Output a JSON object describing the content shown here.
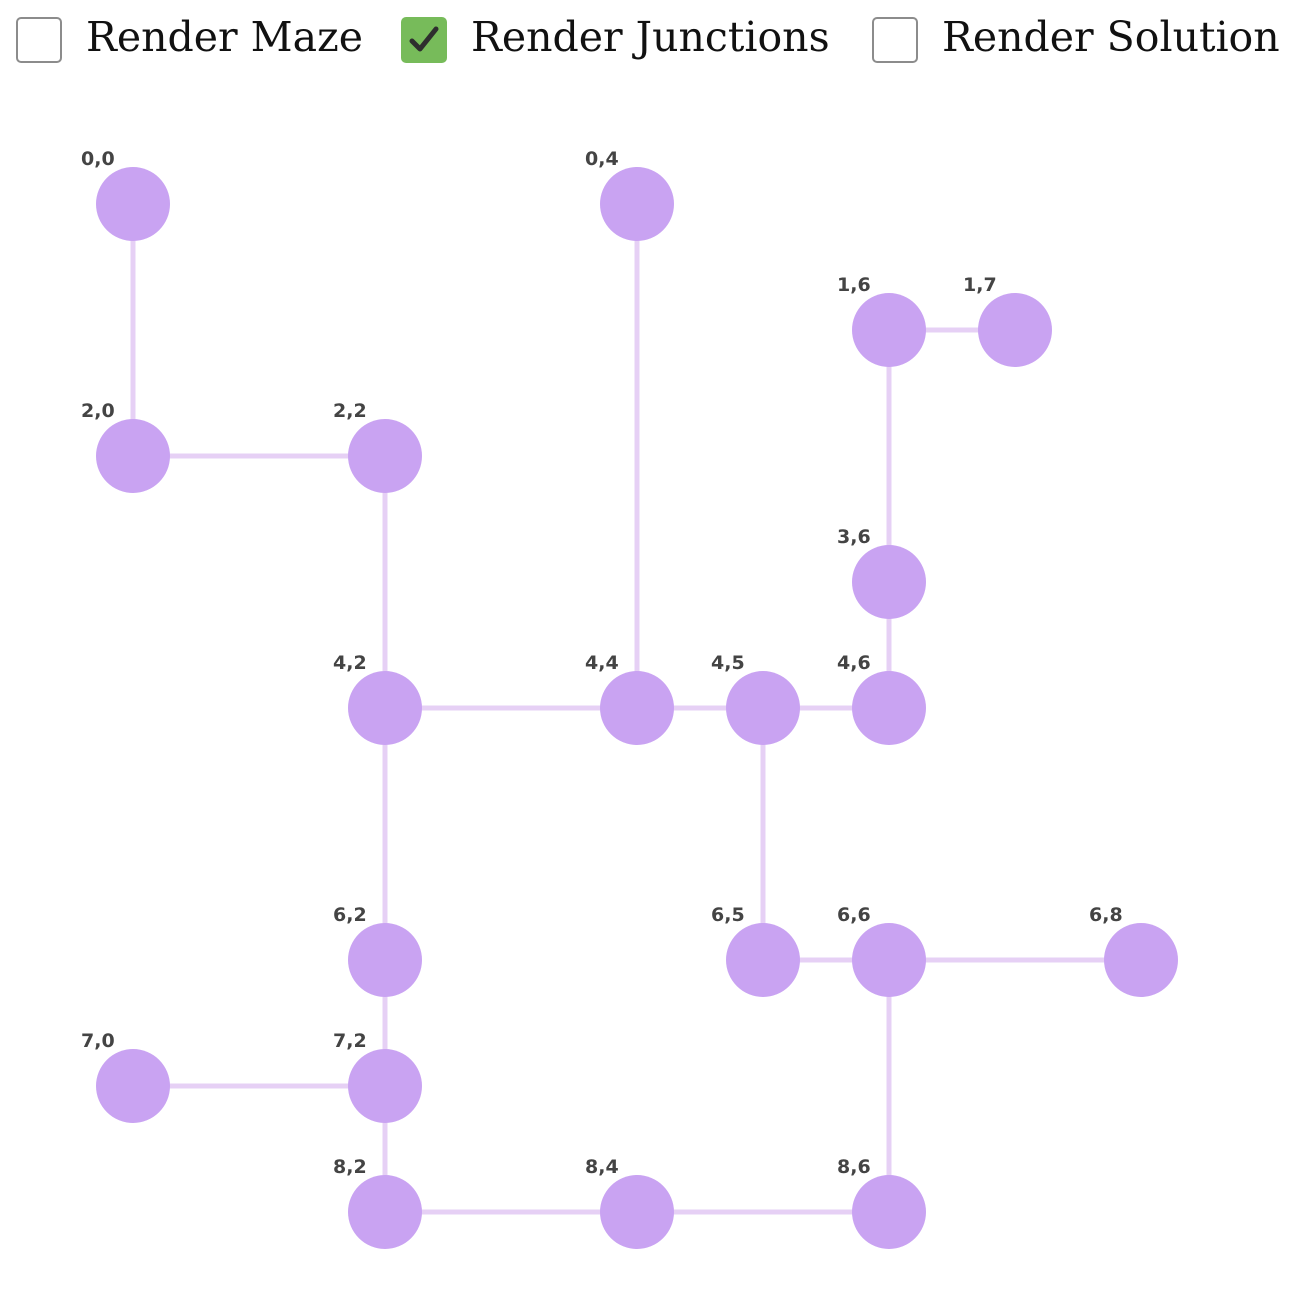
{
  "controls": {
    "render_maze": {
      "label": "Render Maze",
      "checked": false
    },
    "render_junctions": {
      "label": "Render Junctions",
      "checked": true
    },
    "render_solution": {
      "label": "Render Solution",
      "checked": false
    }
  },
  "colors": {
    "checkbox_checked": "#77bb5a",
    "node_fill": "#c9a3f2",
    "edge_stroke": "#e6d0f5",
    "label_text": "#444444"
  },
  "junctions": [
    {
      "label": "0,0",
      "row": 0,
      "col": 0
    },
    {
      "label": "0,4",
      "row": 0,
      "col": 4
    },
    {
      "label": "1,6",
      "row": 1,
      "col": 6
    },
    {
      "label": "1,7",
      "row": 1,
      "col": 7
    },
    {
      "label": "2,0",
      "row": 2,
      "col": 0
    },
    {
      "label": "2,2",
      "row": 2,
      "col": 2
    },
    {
      "label": "3,6",
      "row": 3,
      "col": 6
    },
    {
      "label": "4,2",
      "row": 4,
      "col": 2
    },
    {
      "label": "4,4",
      "row": 4,
      "col": 4
    },
    {
      "label": "4,5",
      "row": 4,
      "col": 5
    },
    {
      "label": "4,6",
      "row": 4,
      "col": 6
    },
    {
      "label": "6,2",
      "row": 6,
      "col": 2
    },
    {
      "label": "6,5",
      "row": 6,
      "col": 5
    },
    {
      "label": "6,6",
      "row": 6,
      "col": 6
    },
    {
      "label": "6,8",
      "row": 6,
      "col": 8
    },
    {
      "label": "7,0",
      "row": 7,
      "col": 0
    },
    {
      "label": "7,2",
      "row": 7,
      "col": 2
    },
    {
      "label": "8,2",
      "row": 8,
      "col": 2
    },
    {
      "label": "8,4",
      "row": 8,
      "col": 4
    },
    {
      "label": "8,6",
      "row": 8,
      "col": 6
    }
  ],
  "connections": [
    [
      "0,0",
      "2,0"
    ],
    [
      "2,0",
      "2,2"
    ],
    [
      "2,2",
      "4,2"
    ],
    [
      "0,4",
      "4,4"
    ],
    [
      "1,6",
      "1,7"
    ],
    [
      "1,6",
      "3,6"
    ],
    [
      "3,6",
      "4,6"
    ],
    [
      "4,2",
      "4,4"
    ],
    [
      "4,4",
      "4,5"
    ],
    [
      "4,5",
      "4,6"
    ],
    [
      "4,5",
      "6,5"
    ],
    [
      "4,2",
      "6,2"
    ],
    [
      "6,2",
      "7,2"
    ],
    [
      "6,5",
      "6,6"
    ],
    [
      "6,6",
      "6,8"
    ],
    [
      "6,6",
      "8,6"
    ],
    [
      "7,0",
      "7,2"
    ],
    [
      "7,2",
      "8,2"
    ],
    [
      "8,2",
      "8,4"
    ],
    [
      "8,4",
      "8,6"
    ]
  ]
}
